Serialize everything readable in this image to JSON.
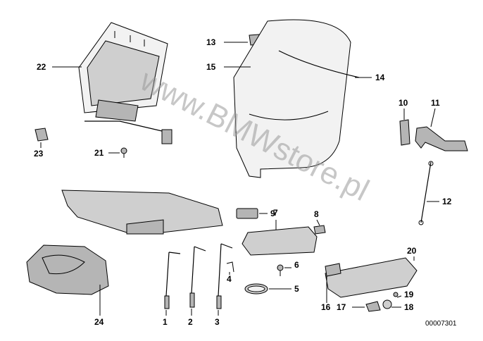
{
  "diagram": {
    "watermark": "www.BMWstore.pl",
    "reference_code": "00007301",
    "callouts": {
      "c1": "1",
      "c2": "2",
      "c3": "3",
      "c4": "4",
      "c5": "5",
      "c6": "6",
      "c7": "7",
      "c8": "8",
      "c9": "9",
      "c10": "10",
      "c11": "11",
      "c12": "12",
      "c13": "13",
      "c14": "14",
      "c15": "15",
      "c16": "16",
      "c17": "17",
      "c18": "18",
      "c19": "19",
      "c20": "20",
      "c21": "21",
      "c22": "22",
      "c23": "23",
      "c24": "24"
    }
  }
}
